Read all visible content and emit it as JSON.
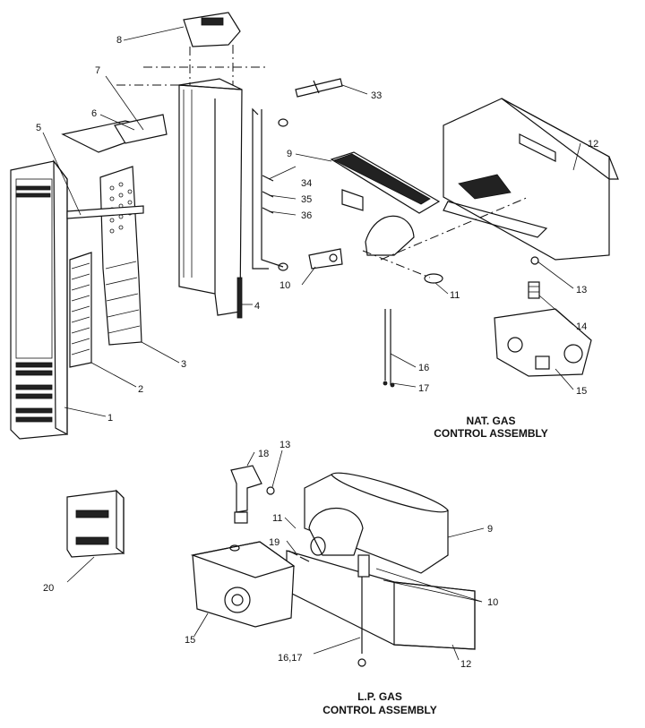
{
  "callouts": {
    "c1": "1",
    "c2": "2",
    "c3": "3",
    "c4": "4",
    "c5": "5",
    "c6": "6",
    "c7": "7",
    "c8": "8",
    "c9": "9",
    "c10": "10",
    "c11": "11",
    "c12": "12",
    "c13": "13",
    "c14": "14",
    "c15": "15",
    "c16": "16",
    "c17": "17",
    "c33": "33",
    "c34": "34",
    "c35": "35",
    "c36": "36",
    "lp9": "9",
    "lp10": "10",
    "lp11": "11",
    "lp12": "12",
    "lp13": "13",
    "lp15": "15",
    "lp1617": "16,17",
    "lp18": "18",
    "lp19": "19",
    "c20": "20"
  },
  "captions": {
    "nat_line1": "NAT. GAS",
    "nat_line2": "CONTROL ASSEMBLY",
    "lp_line1": "L.P. GAS",
    "lp_line2": "CONTROL ASSEMBLY"
  }
}
